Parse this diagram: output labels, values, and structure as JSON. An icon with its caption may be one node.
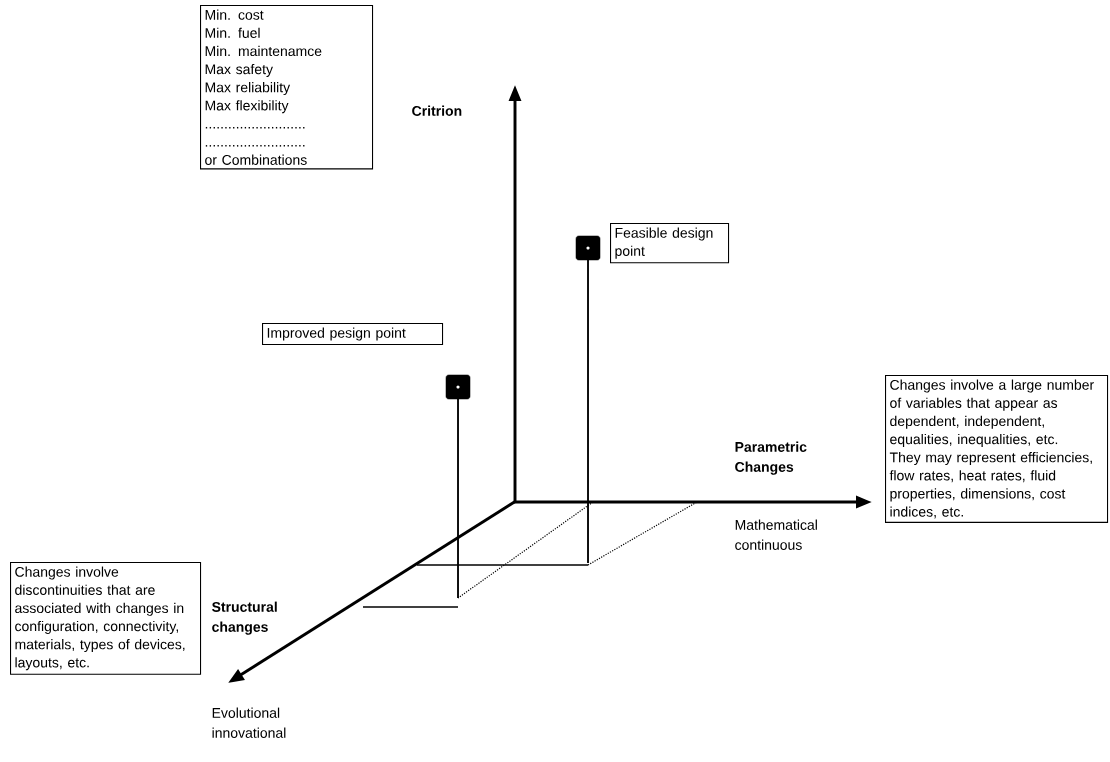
{
  "diagram": {
    "nodes": [
      {
        "text": [
          "Min.  cost",
          "Min.  fuel",
          "Min.  maintenamce",
          "Max safety",
          "Max reliability",
          "Max flexibility",
          "..........................",
          "..........................",
          "or Combinations"
        ]
      },
      {
        "text": [
          "Feasible design point"
        ]
      },
      {
        "text": [
          "Improved pesign point"
        ]
      },
      {
        "text": [
          "Changes involve a large number of  variables that appear as dependent, independent, equalities, inequalities, etc.",
          "They may represent efficiencies, flow rates, heat rates, fluid properties, dimensions, cost indices, etc."
        ]
      },
      {
        "text": [
          "Changes involve discontinuities that are associated with changes in configuration, connectivity, materials, types of devices, layouts, etc."
        ]
      }
    ],
    "labels": [
      "Critrion",
      "Parametric Changes",
      "Mathematical continuous",
      "Structural changes",
      "Evolutional innovational"
    ]
  }
}
